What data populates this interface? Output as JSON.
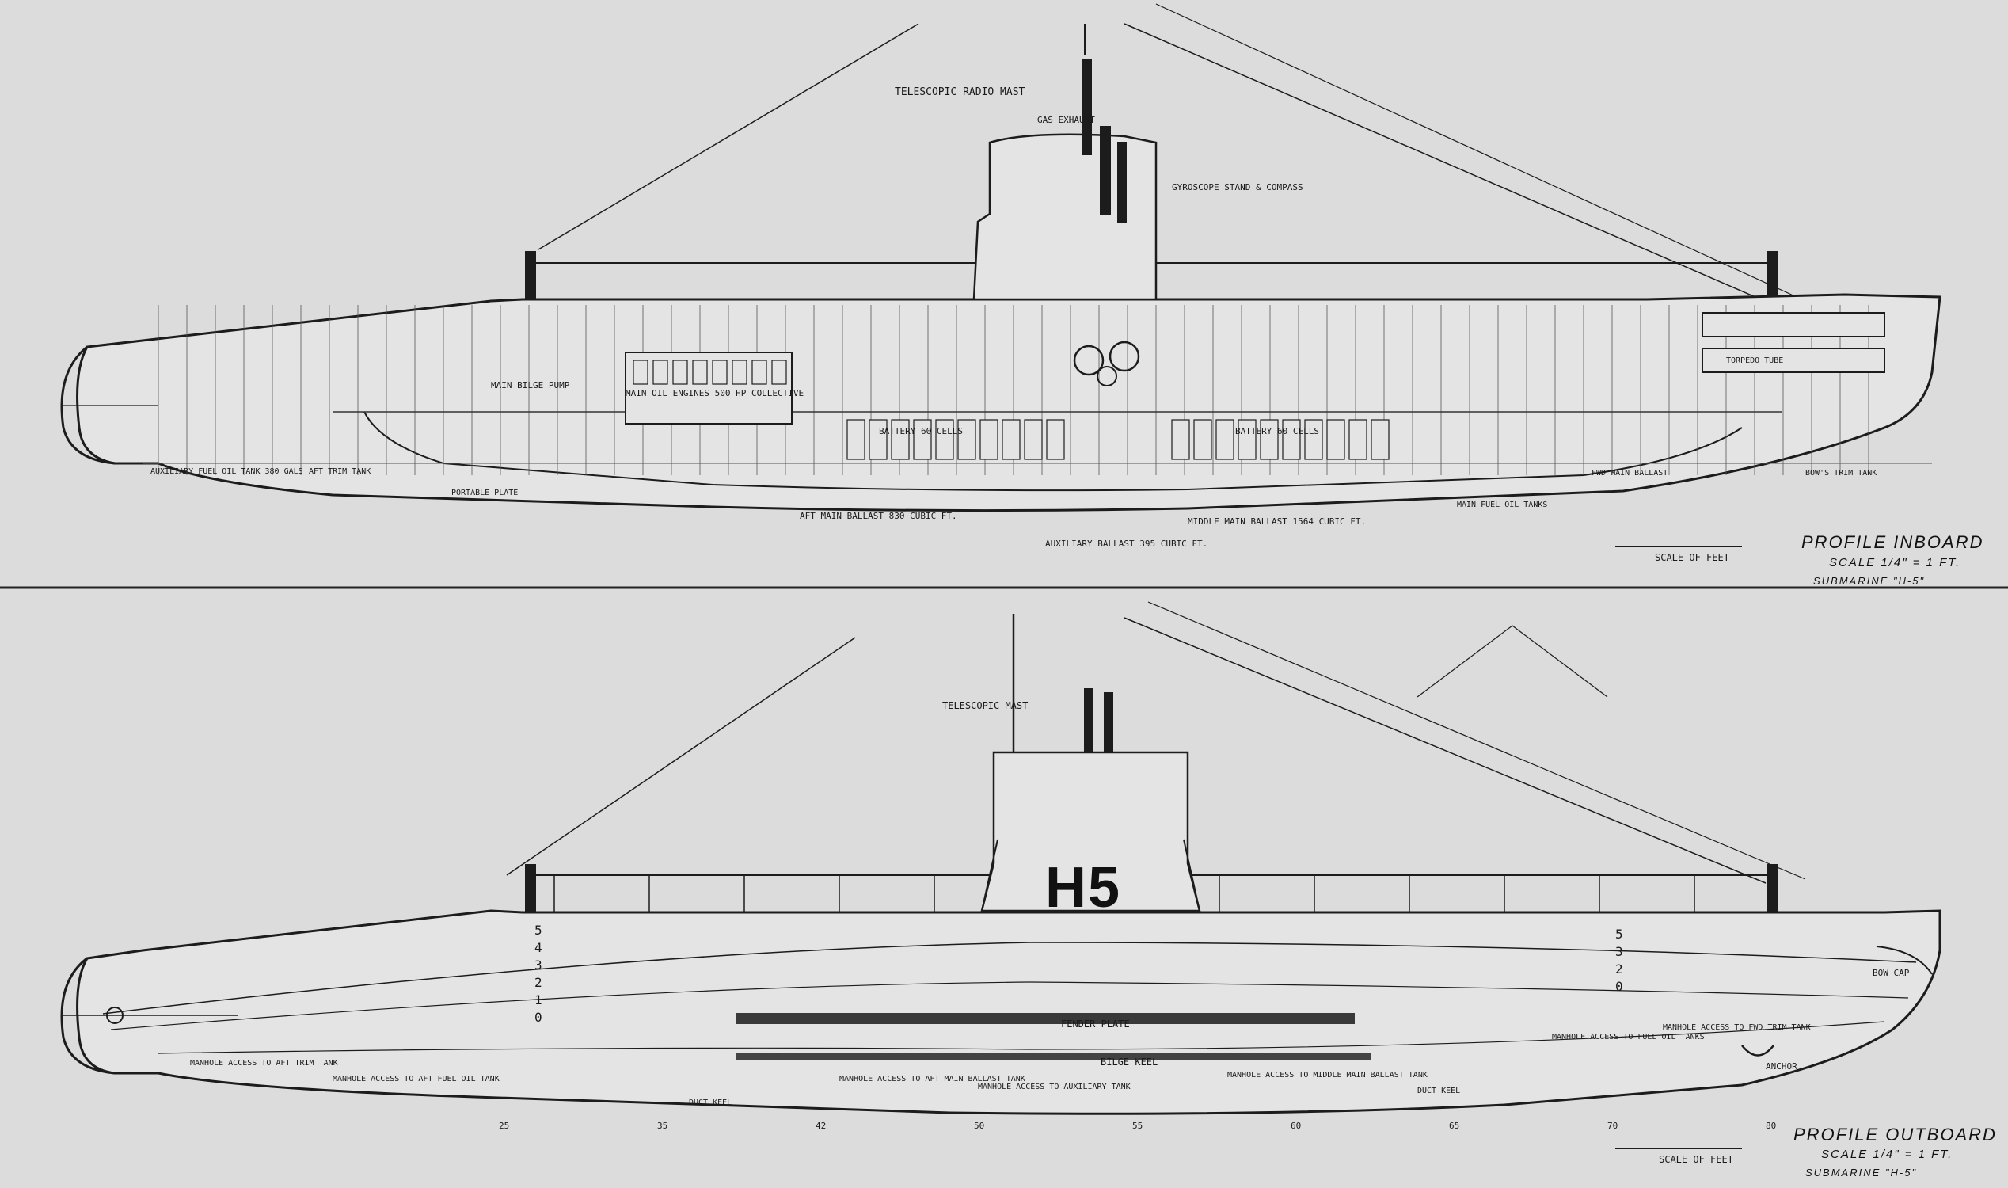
{
  "colors": {
    "paper": "#dcdcdc",
    "ink": "#1c1c1c",
    "faint": "#6a6a6a",
    "hull_fill": "#e4e4e4"
  },
  "inboard": {
    "title": "PROFILE INBOARD",
    "scale": "SCALE 1/4\" = 1 FT.",
    "vessel": "SUBMARINE \"H-5\"",
    "scale_bar_label": "SCALE OF FEET",
    "labels": {
      "radio_mast": "TELESCOPIC RADIO MAST",
      "exhaust": "GAS EXHAUST",
      "compass": "GYROSCOPE STAND & COMPASS",
      "battery_aft": "BATTERY 60 CELLS",
      "battery_fwd": "BATTERY 60 CELLS",
      "engines": "MAIN OIL ENGINES 500 HP COLLECTIVE",
      "bilge_pump": "MAIN BILGE PUMP",
      "aux_fuel": "AUXILIARY FUEL OIL TANK 380 GALS",
      "aft_trim": "AFT TRIM TANK",
      "aft_main_ballast": "AFT MAIN BALLAST 830 CUBIC FT.",
      "middle_main_ballast": "MIDDLE MAIN BALLAST 1564 CUBIC FT.",
      "aux_ballast": "AUXILIARY BALLAST 395 CUBIC FT.",
      "fwd_main_ballast": "FWD MAIN BALLAST",
      "main_fuel": "MAIN FUEL OIL TANKS",
      "torpedo_tube": "TORPEDO TUBE",
      "bow_trim": "BOW'S TRIM TANK",
      "portable_plate": "PORTABLE PLATE"
    }
  },
  "outboard": {
    "title": "PROFILE OUTBOARD",
    "scale": "SCALE 1/4\" = 1 FT.",
    "vessel": "SUBMARINE \"H-5\"",
    "scale_bar_label": "SCALE OF FEET",
    "hull_number": "H5",
    "labels": {
      "radio_mast": "TELESCOPIC MAST",
      "fender": "FENDER PLATE",
      "bilge_keel": "BILGE KEEL",
      "duct_keel_aft": "DUCT KEEL",
      "duct_keel_fwd": "DUCT KEEL",
      "manhole_aft_trim": "MANHOLE ACCESS TO AFT TRIM TANK",
      "manhole_aft_fuel": "MANHOLE ACCESS TO AFT FUEL OIL TANK",
      "manhole_aft_ballast": "MANHOLE ACCESS TO AFT MAIN BALLAST TANK",
      "manhole_aux": "MANHOLE ACCESS TO AUXILIARY TANK",
      "manhole_mid": "MANHOLE ACCESS TO MIDDLE MAIN BALLAST TANK",
      "manhole_fuel": "MANHOLE ACCESS TO FUEL OIL TANKS",
      "manhole_fwd": "MANHOLE ACCESS TO FWD TRIM TANK",
      "bow_cap": "BOW CAP",
      "anchor": "ANCHOR",
      "draft_aft": [
        "5",
        "4",
        "3",
        "2",
        "1",
        "0"
      ],
      "draft_fwd": [
        "5",
        "3",
        "2",
        "0"
      ]
    }
  },
  "frame_numbers": [
    "25",
    "35",
    "42",
    "50",
    "55",
    "60",
    "65",
    "70",
    "80"
  ]
}
